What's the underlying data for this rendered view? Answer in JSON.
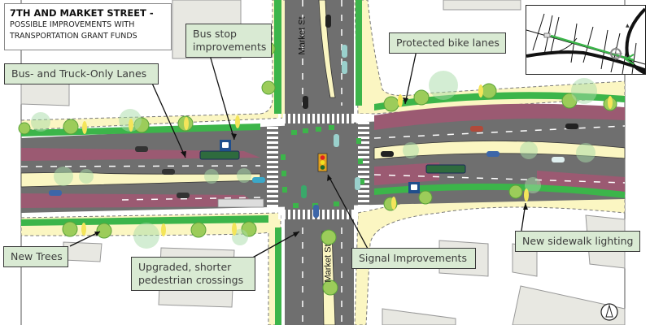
{
  "title": {
    "main": "7TH AND MARKET STREET -",
    "line2": "POSSIBLE IMPROVEMENTS WITH",
    "line3": "TRANSPORTATION GRANT FUNDS"
  },
  "callouts": {
    "bus_stop": [
      "Bus stop",
      "improvements"
    ],
    "bus_truck_lanes": "Bus- and Truck-Only Lanes",
    "protected_bike_lanes": "Protected bike lanes",
    "new_trees": "New Trees",
    "pedestrian_crossings": [
      "Upgraded, shorter",
      "pedestrian crossings"
    ],
    "signal_improvements": "Signal Improvements",
    "sidewalk_lighting": "New sidewalk lighting"
  },
  "street_labels": {
    "north": "Market St",
    "south": "Market St"
  },
  "icons": {
    "bus_stop_sign": "bus-icon",
    "traffic_signal": "traffic-light-icon",
    "north_arrow": "north-arrow-icon",
    "inset_location": "location-target-icon"
  },
  "colors": {
    "road": "#6f6f6f",
    "bus_lane": "#9b5a72",
    "bike_lane": "#3cb54a",
    "sidewalk": "#fbf6c2",
    "tree": "#9ccc5a",
    "building": "#e8e8e2",
    "callout_bg": "#d9ead3",
    "route_line": "#3cb54a"
  }
}
